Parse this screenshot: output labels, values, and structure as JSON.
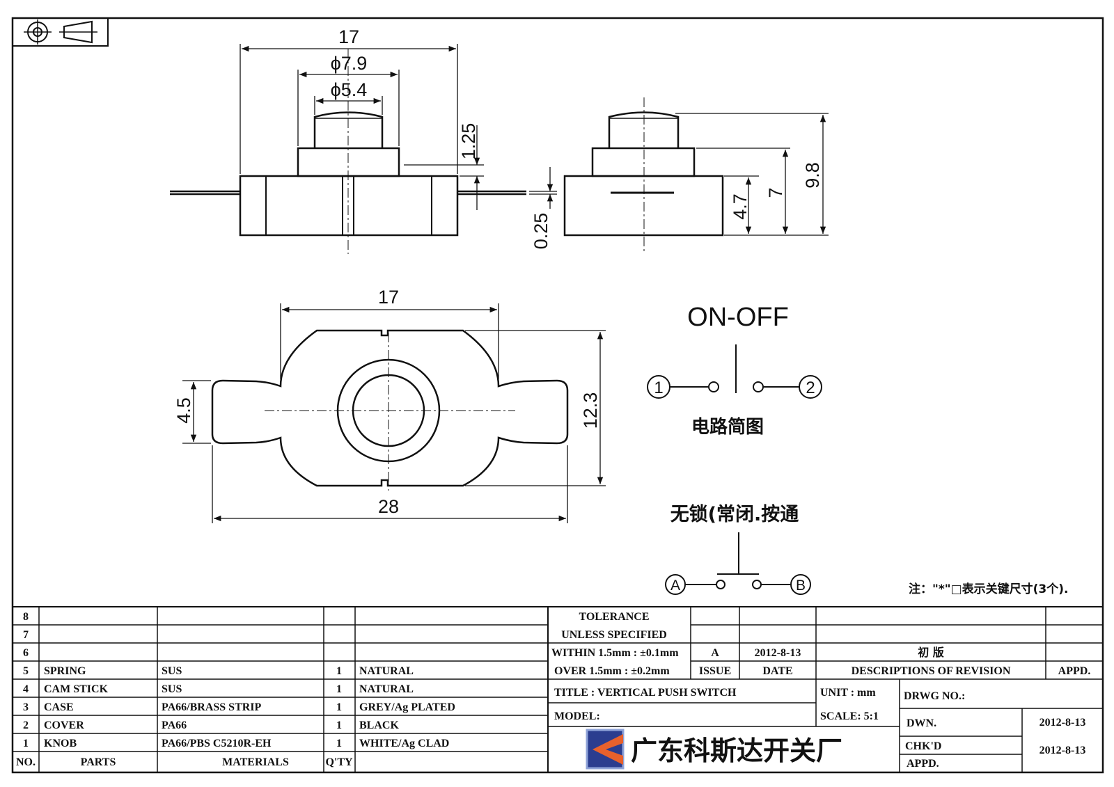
{
  "dims": {
    "top_width": "17",
    "top_dia_outer": "ϕ7.9",
    "top_dia_inner": "ϕ5.4",
    "knob_height": "1.25",
    "terminal_thickness": "0.25",
    "side_height_a": "4.7",
    "side_height_b": "7",
    "side_height_total": "9.8",
    "plan_width": "17",
    "plan_overall": "28",
    "plan_terminal": "4.5",
    "plan_depth": "12.3"
  },
  "circuit": {
    "title": "ON-OFF",
    "node1": "1",
    "node2": "2",
    "caption": "电路简图",
    "nolock_caption": "无锁(常闭.按通",
    "nodeA": "A",
    "nodeB": "B"
  },
  "note": "注：\"*\"□表示关键尺寸(3个).",
  "bom": {
    "empty_rows": [
      "8",
      "7",
      "6"
    ],
    "rows": [
      {
        "no": "5",
        "part": "SPRING",
        "material": "SUS",
        "qty": "1",
        "finish": "NATURAL"
      },
      {
        "no": "4",
        "part": "CAM STICK",
        "material": "SUS",
        "qty": "1",
        "finish": "NATURAL"
      },
      {
        "no": "3",
        "part": "CASE",
        "material": "PA66/BRASS STRIP",
        "qty": "1",
        "finish": "GREY/Ag PLATED"
      },
      {
        "no": "2",
        "part": "COVER",
        "material": "PA66",
        "qty": "1",
        "finish": "BLACK"
      },
      {
        "no": "1",
        "part": "KNOB",
        "material": "PA66/PBS C5210R-EH",
        "qty": "1",
        "finish": "WHITE/Ag CLAD"
      }
    ],
    "header": {
      "no": "NO.",
      "parts": "PARTS",
      "materials": "MATERIALS",
      "qty": "Q'TY"
    }
  },
  "tolerance": {
    "line1": "TOLERANCE",
    "line2": "UNLESS  SPECIFIED",
    "line3": "WITHIN 1.5mm : ±0.1mm",
    "line4": "OVER 1.5mm : ±0.2mm"
  },
  "revision": {
    "issue": "A",
    "date": "2012-8-13",
    "description": "初  版",
    "issue_label": "ISSUE",
    "date_label": "DATE",
    "desc_label": "DESCRIPTIONS OF REVISION",
    "appd_label": "APPD."
  },
  "title_block": {
    "title": "TITLE :  VERTICAL PUSH SWITCH",
    "unit": "UNIT :  mm",
    "drwg_no": "DRWG NO.:",
    "model": "MODEL:",
    "scale": "SCALE:  5:1",
    "dwn_label": "DWN.",
    "dwn_date": "2012-8-13",
    "chkd_label": "CHK'D",
    "appd_label": "APPD.",
    "chk_date": "2012-8-13",
    "company": "广东科斯达开关厂"
  },
  "colors": {
    "logo_orange": "#e8612c",
    "logo_blue": "#2b3d8f",
    "logo_light": "#8fa3d8"
  }
}
